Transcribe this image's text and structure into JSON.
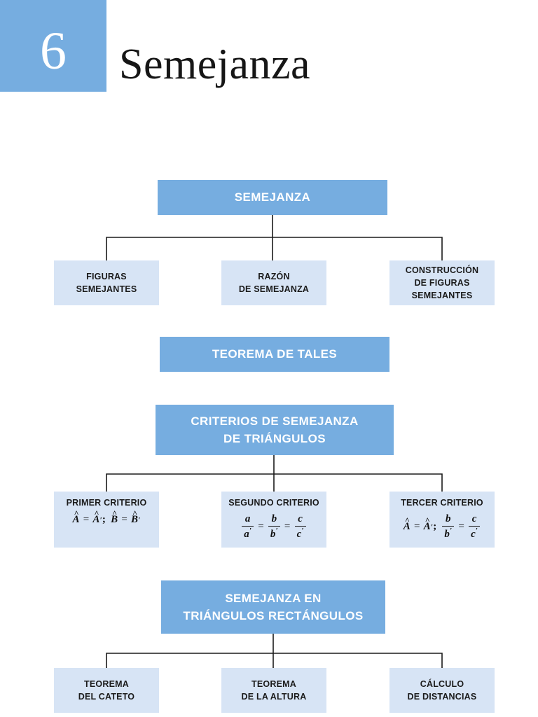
{
  "header": {
    "chapter_number": "6",
    "chapter_title": "Semejanza"
  },
  "colors": {
    "primary_blue": "#76ade0",
    "secondary_blue": "#d7e4f5",
    "text_dark": "#1b1b1b",
    "text_light": "#ffffff",
    "connector": "#1b1b1b"
  },
  "diagram": {
    "root": {
      "label": "SEMEJANZA"
    },
    "root_children": [
      {
        "line1": "FIGURAS",
        "line2": "SEMEJANTES"
      },
      {
        "line1": "RAZÓN",
        "line2": "DE SEMEJANZA"
      },
      {
        "line1": "CONSTRUCCIÓN",
        "line2": "DE FIGURAS",
        "line3": "SEMEJANTES"
      }
    ],
    "tales": {
      "label": "TEOREMA DE TALES"
    },
    "criterios": {
      "line1": "CRITERIOS DE SEMEJANZA",
      "line2": "DE TRIÁNGULOS"
    },
    "criterios_children": [
      {
        "title": "PRIMER CRITERIO",
        "formula": {
          "angle1": "A",
          "angle1_prime": "A",
          "angle2": "B",
          "angle2_prime": "B",
          "equals": "=",
          "separator": ";"
        }
      },
      {
        "title": "SEGUNDO CRITERIO",
        "formula": {
          "num1": "a",
          "den1": "a",
          "num2": "b",
          "den2": "b",
          "num3": "c",
          "den3": "c",
          "equals": "="
        }
      },
      {
        "title": "TERCER CRITERIO",
        "formula": {
          "angle1": "A",
          "angle1_prime": "A",
          "num2": "b",
          "den2": "b",
          "num3": "c",
          "den3": "c",
          "equals": "=",
          "separator": ";"
        }
      }
    ],
    "rectangulos": {
      "line1": "SEMEJANZA EN",
      "line2": "TRIÁNGULOS RECTÁNGULOS"
    },
    "rectangulos_children": [
      {
        "line1": "TEOREMA",
        "line2": "DEL CATETO"
      },
      {
        "line1": "TEOREMA",
        "line2": "DE LA ALTURA"
      },
      {
        "line1": "CÁLCULO",
        "line2": "DE DISTANCIAS"
      }
    ]
  }
}
